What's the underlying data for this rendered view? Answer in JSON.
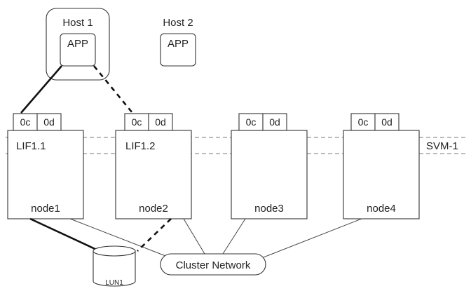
{
  "hosts": [
    {
      "label": "Host 1",
      "app": "APP"
    },
    {
      "label": "Host 2",
      "app": "APP"
    }
  ],
  "nodes": [
    {
      "label": "node1",
      "ports": [
        "0c",
        "0d"
      ],
      "lif": "LIF1.1"
    },
    {
      "label": "node2",
      "ports": [
        "0c",
        "0d"
      ],
      "lif": "LIF1.2"
    },
    {
      "label": "node3",
      "ports": [
        "0c",
        "0d"
      ],
      "lif": ""
    },
    {
      "label": "node4",
      "ports": [
        "0c",
        "0d"
      ],
      "lif": ""
    }
  ],
  "svm": {
    "label": "SVM-1"
  },
  "cluster_network": {
    "label": "Cluster Network"
  },
  "lun": {
    "label": "LUN1"
  },
  "colors": {
    "line": "#111111",
    "box_border": "#333333",
    "svm_dash": "#777777",
    "background": "#ffffff"
  }
}
